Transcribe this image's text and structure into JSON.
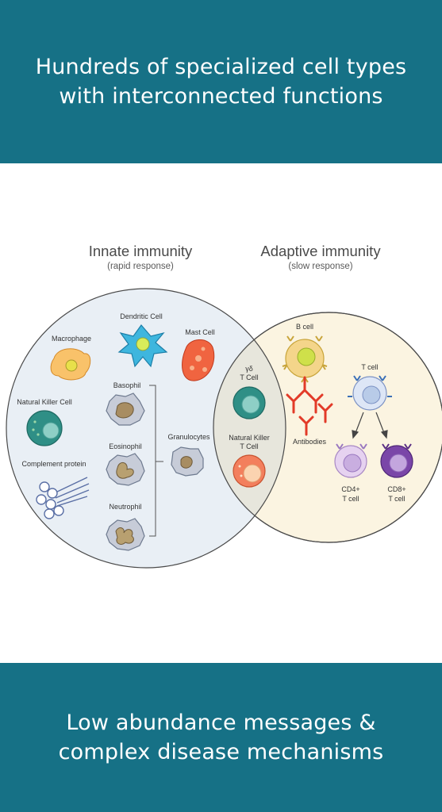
{
  "header": {
    "line1": "Hundreds of specialized cell types",
    "line2": "with interconnected functions"
  },
  "footer": {
    "line1": "Low abundance messages &",
    "line2": "complex disease mechanisms"
  },
  "innate": {
    "title": "Innate immunity",
    "subtitle": "(rapid response)",
    "cells": {
      "dendritic": "Dendritic Cell",
      "macrophage": "Macrophage",
      "mast": "Mast Cell",
      "basophil": "Basophil",
      "nk": "Natural Killer Cell",
      "eosinophil": "Eosinophil",
      "granulocytes": "Granulocytes",
      "complement": "Complement protein",
      "neutrophil": "Neutrophil"
    }
  },
  "adaptive": {
    "title": "Adaptive immunity",
    "subtitle": "(slow response)",
    "cells": {
      "bcell": "B cell",
      "tcell": "T cell",
      "antibodies": "Antibodies",
      "cd4_line1": "CD4+",
      "cd4_line2": "T cell",
      "cd8_line1": "CD8+",
      "cd8_line2": "T cell"
    }
  },
  "overlap": {
    "gd_line1": "γδ",
    "gd_line2": "T Cell",
    "nkt_line1": "Natural Killer",
    "nkt_line2": "T Cell"
  },
  "colors": {
    "banner": "#167186",
    "innate_fill": "#e9eff5",
    "adaptive_fill": "#fbf4e1",
    "overlap_fill": "#e7e6dc"
  }
}
